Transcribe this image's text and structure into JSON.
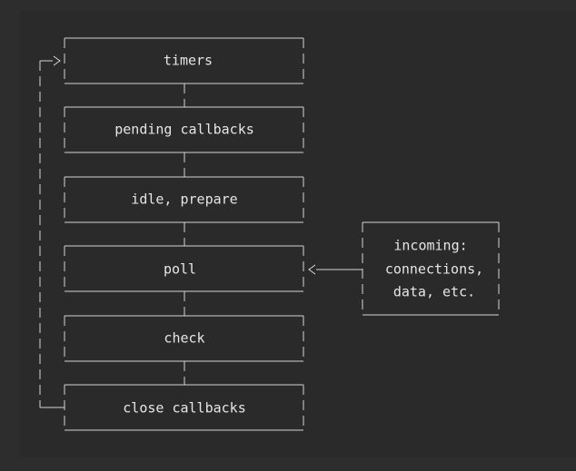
{
  "phases": [
    {
      "label": "timers"
    },
    {
      "label": "pending callbacks"
    },
    {
      "label": "idle, prepare"
    },
    {
      "label": "poll"
    },
    {
      "label": "check"
    },
    {
      "label": "close callbacks"
    }
  ],
  "incoming": {
    "lines": [
      "incoming:",
      "connections,",
      "data, etc."
    ]
  },
  "colors": {
    "background": "#2a2a2a",
    "outer_background": "#2d2d2d",
    "line": "#d4d4d4",
    "text": "#e6e6e6"
  }
}
